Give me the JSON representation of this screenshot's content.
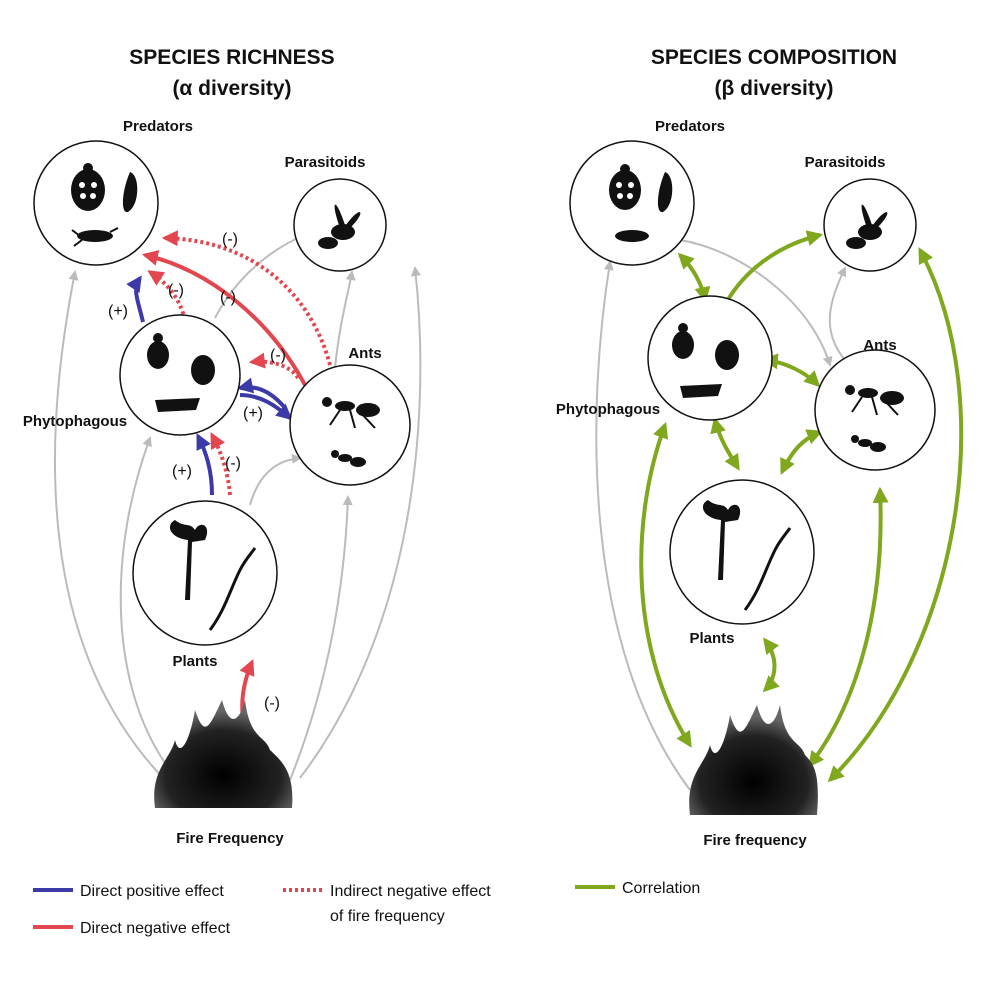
{
  "panels": [
    {
      "title_line1": "SPECIES RICHNESS",
      "title_line2": "(α diversity)",
      "nodes": {
        "predators": "Predators",
        "parasitoids": "Parasitoids",
        "phytophagous": "Phytophagous",
        "ants": "Ants",
        "plants": "Plants",
        "fire": "Fire Frequency"
      },
      "effect_signs": {
        "phyto_to_pred": "(+)",
        "ants_to_pred_indirect": "(-)",
        "phyto_to_pred_indirect": "(-)",
        "ants_to_pred_direct": "(-)",
        "ants_to_phyto_indirect": "(-)",
        "phyto_to_ants": "(+)",
        "plants_to_phyto": "(+)",
        "plants_to_phyto_indirect": "(-)",
        "fire_to_plants": "(-)"
      }
    },
    {
      "title_line1": "SPECIES COMPOSITION",
      "title_line2": "(β diversity)",
      "nodes": {
        "predators": "Predators",
        "parasitoids": "Parasitoids",
        "phytophagous": "Phytophagous",
        "ants": "Ants",
        "plants": "Plants",
        "fire": "Fire frequency"
      }
    }
  ],
  "legend": {
    "direct_positive": "Direct positive effect",
    "direct_negative": "Direct negative effect",
    "indirect_negative_line1": "Indirect negative effect",
    "indirect_negative_line2": "of fire frequency",
    "correlation": "Correlation"
  },
  "colors": {
    "positive": "#3c3aa8",
    "negative": "#e2474f",
    "indirect_negative": "#e2474f",
    "correlation": "#7fa81f",
    "neutral": "#bbbbbb"
  },
  "icons": [
    "ladybird-icon",
    "slug-icon",
    "larva-icon",
    "wasp-icon",
    "beetle-icon",
    "bug-icon",
    "leafhopper-icon",
    "ant-icon",
    "plant-icon",
    "vine-icon",
    "fire-icon"
  ]
}
